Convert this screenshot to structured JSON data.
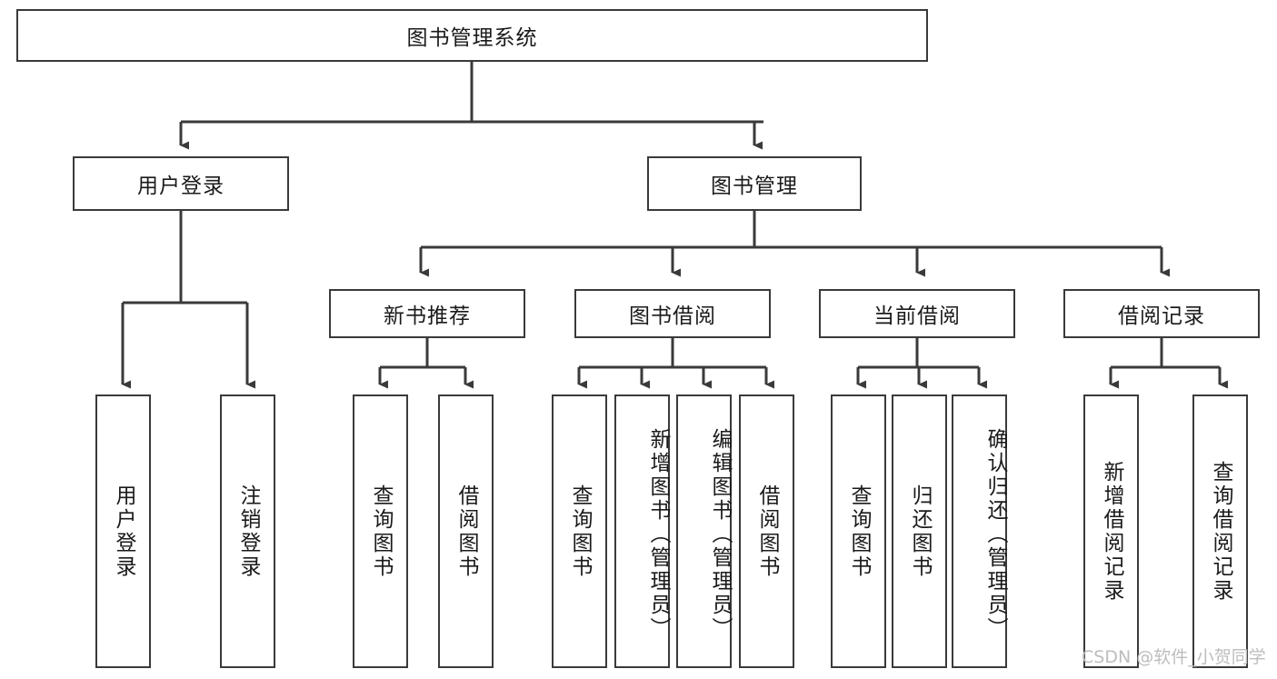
{
  "diagram": {
    "title": "图书管理系统",
    "root": {
      "label": "图书管理系统"
    },
    "level2": [
      {
        "label": "用户登录"
      },
      {
        "label": "图书管理"
      }
    ],
    "level3": [
      {
        "label": "新书推荐"
      },
      {
        "label": "图书借阅"
      },
      {
        "label": "当前借阅"
      },
      {
        "label": "借阅记录"
      }
    ],
    "leaves": {
      "user_login": [
        {
          "label": "用户登录"
        },
        {
          "label": "注销登录"
        }
      ],
      "new_book_recommend": [
        {
          "label": "查询图书"
        },
        {
          "label": "借阅图书"
        }
      ],
      "book_borrow": [
        {
          "label": "查询图书"
        },
        {
          "label": "新增图书（管理员）"
        },
        {
          "label": "编辑图书（管理员）"
        },
        {
          "label": "借阅图书"
        }
      ],
      "current_borrow": [
        {
          "label": "查询图书"
        },
        {
          "label": "归还图书"
        },
        {
          "label": "确认归还（管理员）"
        }
      ],
      "borrow_record": [
        {
          "label": "新增借阅记录"
        },
        {
          "label": "查询借阅记录"
        }
      ]
    },
    "watermark": "CSDN @软件_小贺同学",
    "colors": {
      "stroke": "#3a3a3a",
      "fill": "#ffffff",
      "text": "#1a1a1a",
      "watermark": "#bdbdbd"
    }
  }
}
